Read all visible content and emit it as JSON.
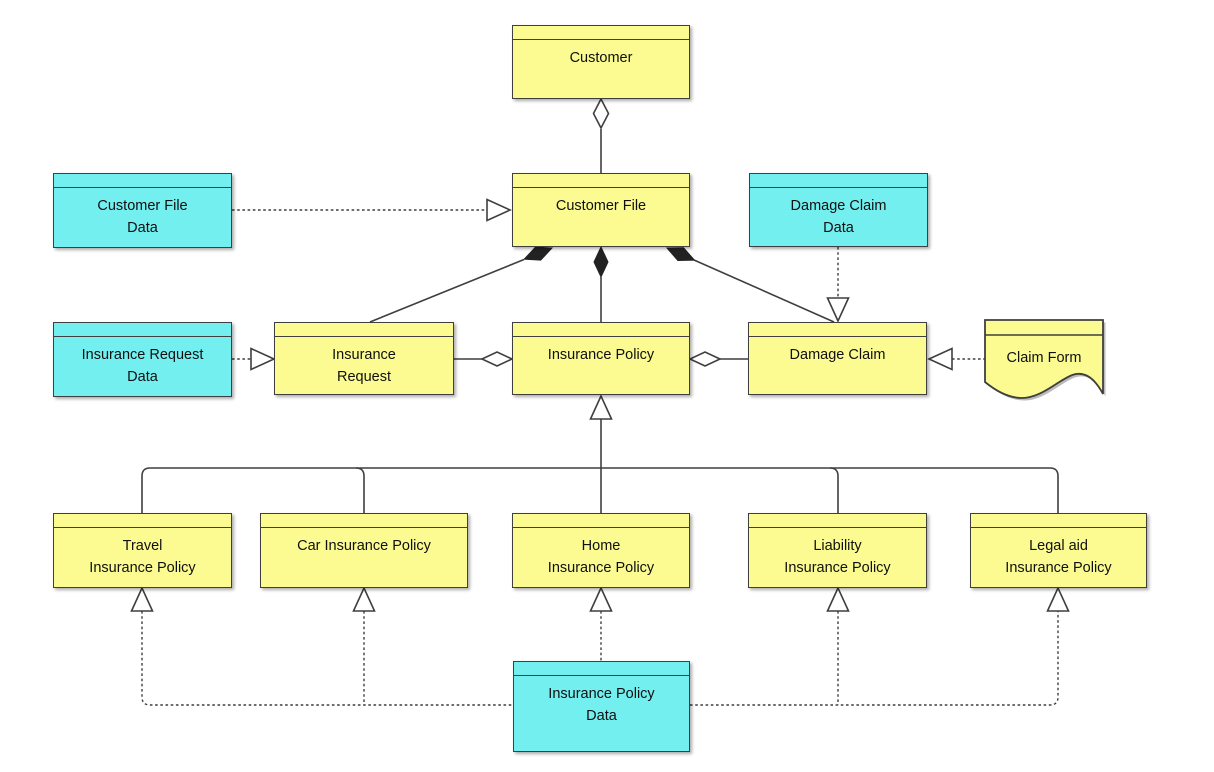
{
  "diagram": {
    "kind": "archimate-class-diagram",
    "subject": "Insurance business objects, data objects and policy specializations",
    "colors": {
      "business_object_fill": "#FBFB91",
      "data_object_fill": "#74EFEF",
      "outline": "#3F3F3F",
      "background": "#FFFFFF",
      "text": "#101010"
    },
    "nodes": {
      "customer": {
        "label": "Customer",
        "label_lines": [
          "Customer"
        ],
        "kind": "business-object"
      },
      "customer_file": {
        "label": "Customer File",
        "label_lines": [
          "Customer File"
        ],
        "kind": "business-object"
      },
      "customer_file_data": {
        "label": "Customer File Data",
        "label_lines": [
          "Customer File",
          "Data"
        ],
        "kind": "data-object"
      },
      "damage_claim_data": {
        "label": "Damage Claim Data",
        "label_lines": [
          "Damage Claim",
          "Data"
        ],
        "kind": "data-object"
      },
      "insurance_request_data": {
        "label": "Insurance Request Data",
        "label_lines": [
          "Insurance Request",
          "Data"
        ],
        "kind": "data-object"
      },
      "insurance_request": {
        "label": "Insurance Request",
        "label_lines": [
          "Insurance",
          "Request"
        ],
        "kind": "business-object"
      },
      "insurance_policy": {
        "label": "Insurance Policy",
        "label_lines": [
          "Insurance Policy"
        ],
        "kind": "business-object"
      },
      "damage_claim": {
        "label": "Damage Claim",
        "label_lines": [
          "Damage Claim"
        ],
        "kind": "business-object"
      },
      "claim_form": {
        "label": "Claim Form",
        "label_lines": [
          "Claim Form"
        ],
        "kind": "representation"
      },
      "travel_policy": {
        "label": "Travel Insurance Policy",
        "label_lines": [
          "Travel",
          "Insurance Policy"
        ],
        "kind": "business-object"
      },
      "car_policy": {
        "label": "Car Insurance Policy",
        "label_lines": [
          "Car Insurance Policy"
        ],
        "kind": "business-object"
      },
      "home_policy": {
        "label": "Home Insurance Policy",
        "label_lines": [
          "Home",
          "Insurance Policy"
        ],
        "kind": "business-object"
      },
      "liability_policy": {
        "label": "Liability Insurance Policy",
        "label_lines": [
          "Liability",
          "Insurance Policy"
        ],
        "kind": "business-object"
      },
      "legal_aid_policy": {
        "label": "Legal aid Insurance Policy",
        "label_lines": [
          "Legal aid",
          "Insurance Policy"
        ],
        "kind": "business-object"
      },
      "insurance_policy_data": {
        "label": "Insurance Policy Data",
        "label_lines": [
          "Insurance Policy",
          "Data"
        ],
        "kind": "data-object"
      }
    },
    "relationships": [
      {
        "from": "customer",
        "to": "customer_file",
        "type": "aggregation",
        "diamond_at": "customer"
      },
      {
        "from": "customer_file_data",
        "to": "customer_file",
        "type": "realization"
      },
      {
        "from": "customer_file",
        "to": "insurance_request",
        "type": "composition",
        "diamond_at": "customer_file"
      },
      {
        "from": "customer_file",
        "to": "insurance_policy",
        "type": "composition",
        "diamond_at": "customer_file"
      },
      {
        "from": "customer_file",
        "to": "damage_claim",
        "type": "composition",
        "diamond_at": "customer_file"
      },
      {
        "from": "insurance_request_data",
        "to": "insurance_request",
        "type": "realization"
      },
      {
        "from": "insurance_policy",
        "to": "insurance_request",
        "type": "aggregation",
        "diamond_at": "insurance_policy"
      },
      {
        "from": "insurance_policy",
        "to": "damage_claim",
        "type": "aggregation",
        "diamond_at": "insurance_policy"
      },
      {
        "from": "damage_claim_data",
        "to": "damage_claim",
        "type": "realization"
      },
      {
        "from": "claim_form",
        "to": "damage_claim",
        "type": "realization"
      },
      {
        "from": "travel_policy",
        "to": "insurance_policy",
        "type": "specialization"
      },
      {
        "from": "car_policy",
        "to": "insurance_policy",
        "type": "specialization"
      },
      {
        "from": "home_policy",
        "to": "insurance_policy",
        "type": "specialization"
      },
      {
        "from": "liability_policy",
        "to": "insurance_policy",
        "type": "specialization"
      },
      {
        "from": "legal_aid_policy",
        "to": "insurance_policy",
        "type": "specialization"
      },
      {
        "from": "insurance_policy_data",
        "to": "travel_policy",
        "type": "realization"
      },
      {
        "from": "insurance_policy_data",
        "to": "car_policy",
        "type": "realization"
      },
      {
        "from": "insurance_policy_data",
        "to": "home_policy",
        "type": "realization"
      },
      {
        "from": "insurance_policy_data",
        "to": "liability_policy",
        "type": "realization"
      },
      {
        "from": "insurance_policy_data",
        "to": "legal_aid_policy",
        "type": "realization"
      }
    ]
  }
}
